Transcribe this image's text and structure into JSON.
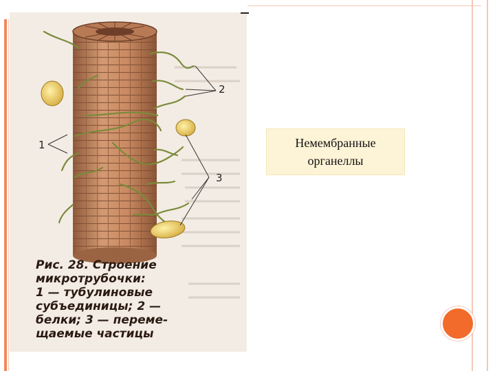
{
  "slide": {
    "title_line1": "Немембранные",
    "title_line2": "органеллы"
  },
  "figure": {
    "caption_lines": [
      "Рис. 28. Строение",
      "микротрубочки:",
      "1 — тубулиновые",
      "субъединицы; 2 —",
      "белки; 3 — переме-",
      "щаемые частицы"
    ],
    "labels": {
      "one": "1",
      "two": "2",
      "three": "3"
    }
  },
  "colors": {
    "accent_orange": "#f26b2a",
    "frame_pink": "#f4c7b8",
    "title_bg": "#fdf3d6",
    "tube": "#c98a62",
    "particle": "#e8c74a"
  }
}
